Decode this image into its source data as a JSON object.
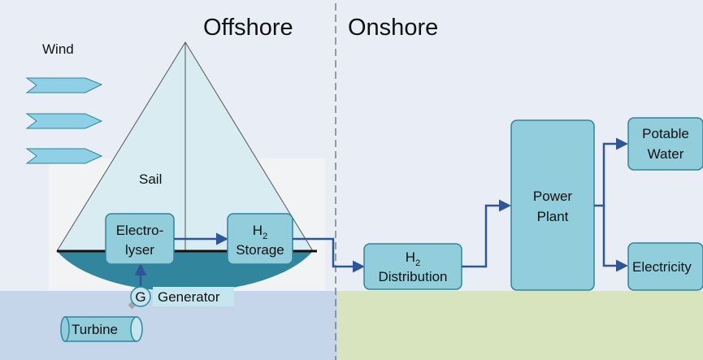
{
  "regions": {
    "offshore": "Offshore",
    "onshore": "Onshore"
  },
  "labels": {
    "wind": "Wind",
    "sail": "Sail",
    "generator": "Generator",
    "generator_symbol": "G",
    "turbine": "Turbine"
  },
  "boxes": {
    "electrolyser": {
      "line1": "Electro-",
      "line2": "lyser"
    },
    "h2_storage": {
      "h": "H",
      "sub": "2",
      "line2": "Storage"
    },
    "h2_distribution": {
      "h": "H",
      "sub": "2",
      "line2": "Distribution"
    },
    "power_plant": {
      "line1": "Power",
      "line2": "Plant"
    },
    "potable_water": {
      "line1": "Potable",
      "line2": "Water"
    },
    "electricity": {
      "line1": "Electricity"
    }
  },
  "colors": {
    "offshore_sky": "#e9eef6",
    "onshore_sky": "#e9eef6",
    "sea": "#c5d5ea",
    "land": "#d7e4bd",
    "box_fill": "#92cddc",
    "box_stroke": "#31859c",
    "hull": "#31859c",
    "arrow": "#2e5597",
    "wind_arrow": "#8fd0e6",
    "sail": "#d8ecf1"
  }
}
